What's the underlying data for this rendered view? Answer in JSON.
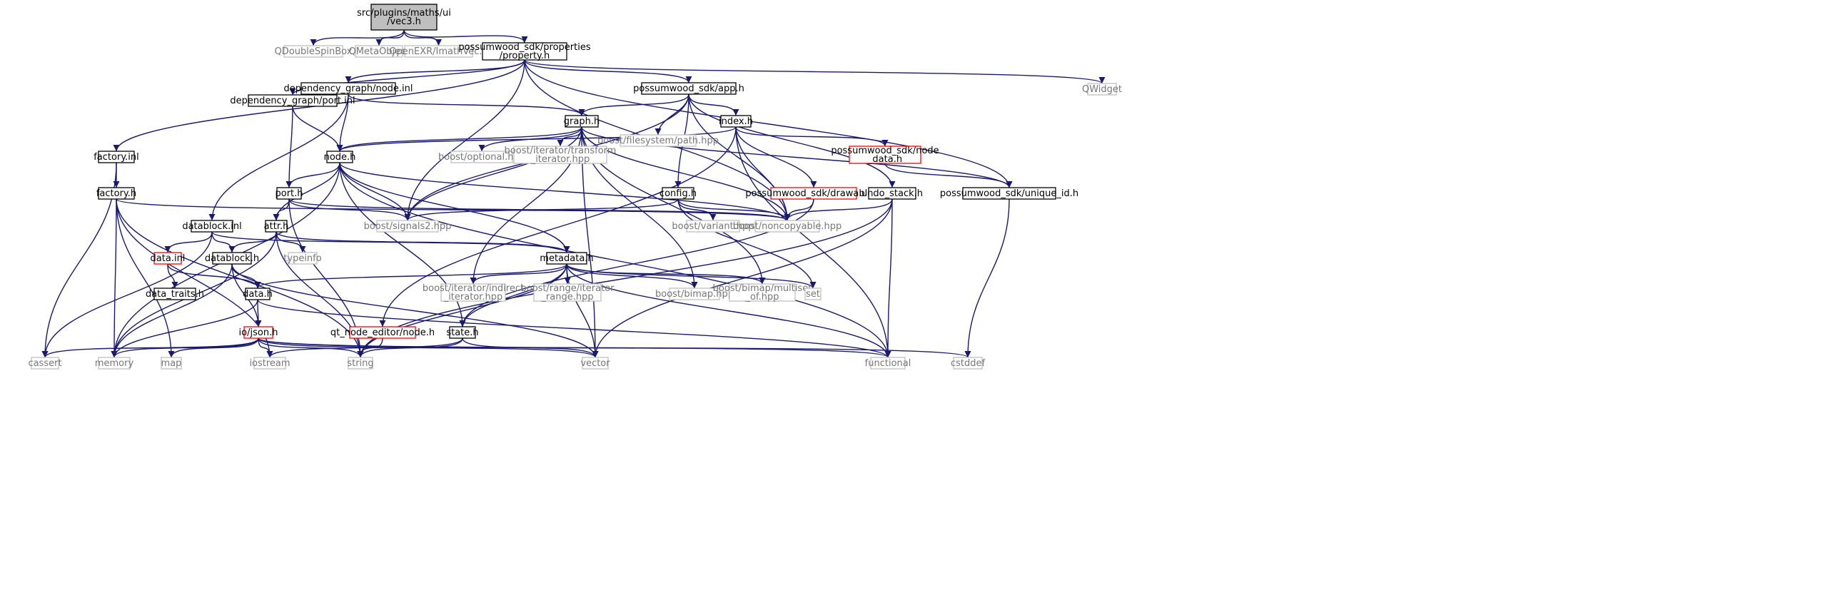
{
  "colors": {
    "edge": "#191970",
    "root_fill": "#bfbfbf",
    "node_border": "#000000",
    "missing_border": "#bfbfbf",
    "missing_text": "#777777",
    "truncated_border": "#ff0000"
  },
  "nodes": [
    {
      "id": "root",
      "lines": [
        "src/plugins/maths/ui",
        "/vec3.h"
      ],
      "kind": "root"
    },
    {
      "id": "qdoublespinbox",
      "lines": [
        "QDoubleSpinBox"
      ],
      "kind": "missing"
    },
    {
      "id": "qmetaobject",
      "lines": [
        "QMetaObject"
      ],
      "kind": "missing"
    },
    {
      "id": "imathvec",
      "lines": [
        "OpenEXR/ImathVec.h"
      ],
      "kind": "missing"
    },
    {
      "id": "property",
      "lines": [
        "possumwood_sdk/properties",
        "/property.h"
      ],
      "kind": "normal"
    },
    {
      "id": "qwidget",
      "lines": [
        "QWidget"
      ],
      "kind": "missing"
    },
    {
      "id": "node_inl",
      "lines": [
        "dependency_graph/node.inl"
      ],
      "kind": "normal"
    },
    {
      "id": "app",
      "lines": [
        "possumwood_sdk/app.h"
      ],
      "kind": "normal"
    },
    {
      "id": "port_inl",
      "lines": [
        "dependency_graph/port.inl"
      ],
      "kind": "normal"
    },
    {
      "id": "graph",
      "lines": [
        "graph.h"
      ],
      "kind": "normal"
    },
    {
      "id": "filesystem",
      "lines": [
        "boost/filesystem/path.hpp"
      ],
      "kind": "missing"
    },
    {
      "id": "index",
      "lines": [
        "index.h"
      ],
      "kind": "normal"
    },
    {
      "id": "factory_inl",
      "lines": [
        "factory.inl"
      ],
      "kind": "normal"
    },
    {
      "id": "node_h",
      "lines": [
        "node.h"
      ],
      "kind": "normal"
    },
    {
      "id": "optional",
      "lines": [
        "boost/optional.hpp"
      ],
      "kind": "missing"
    },
    {
      "id": "transform_it",
      "lines": [
        "boost/iterator/transform",
        "_iterator.hpp"
      ],
      "kind": "missing"
    },
    {
      "id": "node_data",
      "lines": [
        "possumwood_sdk/node",
        "_data.h"
      ],
      "kind": "truncated"
    },
    {
      "id": "factory_h",
      "lines": [
        "factory.h"
      ],
      "kind": "normal"
    },
    {
      "id": "port_h",
      "lines": [
        "port.h"
      ],
      "kind": "normal"
    },
    {
      "id": "config",
      "lines": [
        "config.h"
      ],
      "kind": "normal"
    },
    {
      "id": "drawable",
      "lines": [
        "possumwood_sdk/drawable.h"
      ],
      "kind": "truncated"
    },
    {
      "id": "undo",
      "lines": [
        "undo_stack.h"
      ],
      "kind": "normal"
    },
    {
      "id": "unique_id",
      "lines": [
        "possumwood_sdk/unique_id.h"
      ],
      "kind": "normal"
    },
    {
      "id": "datablock_inl",
      "lines": [
        "datablock.inl"
      ],
      "kind": "normal"
    },
    {
      "id": "attr",
      "lines": [
        "attr.h"
      ],
      "kind": "normal"
    },
    {
      "id": "signals2",
      "lines": [
        "boost/signals2.hpp"
      ],
      "kind": "missing"
    },
    {
      "id": "variant",
      "lines": [
        "boost/variant.hpp"
      ],
      "kind": "missing"
    },
    {
      "id": "noncopyable",
      "lines": [
        "boost/noncopyable.hpp"
      ],
      "kind": "missing"
    },
    {
      "id": "typeinfo",
      "lines": [
        "typeinfo"
      ],
      "kind": "missing"
    },
    {
      "id": "data_inl",
      "lines": [
        "data.inl"
      ],
      "kind": "truncated"
    },
    {
      "id": "datablock_h",
      "lines": [
        "datablock.h"
      ],
      "kind": "normal"
    },
    {
      "id": "metadata",
      "lines": [
        "metadata.h"
      ],
      "kind": "normal"
    },
    {
      "id": "data_traits",
      "lines": [
        "data_traits.h"
      ],
      "kind": "normal"
    },
    {
      "id": "data_h",
      "lines": [
        "data.h"
      ],
      "kind": "normal"
    },
    {
      "id": "indirect_it",
      "lines": [
        "boost/iterator/indirect",
        "_iterator.hpp"
      ],
      "kind": "missing"
    },
    {
      "id": "range_it",
      "lines": [
        "boost/range/iterator",
        "_range.hpp"
      ],
      "kind": "missing"
    },
    {
      "id": "bimap",
      "lines": [
        "boost/bimap.hpp"
      ],
      "kind": "missing"
    },
    {
      "id": "multiset",
      "lines": [
        "boost/bimap/multiset",
        "_of.hpp"
      ],
      "kind": "missing"
    },
    {
      "id": "set",
      "lines": [
        "set"
      ],
      "kind": "missing"
    },
    {
      "id": "json",
      "lines": [
        "io/json.h"
      ],
      "kind": "truncated"
    },
    {
      "id": "qt_node",
      "lines": [
        "qt_node_editor/node.h"
      ],
      "kind": "truncated"
    },
    {
      "id": "state",
      "lines": [
        "state.h"
      ],
      "kind": "normal"
    },
    {
      "id": "cassert",
      "lines": [
        "cassert"
      ],
      "kind": "missing"
    },
    {
      "id": "memory",
      "lines": [
        "memory"
      ],
      "kind": "missing"
    },
    {
      "id": "map",
      "lines": [
        "map"
      ],
      "kind": "missing"
    },
    {
      "id": "iostream",
      "lines": [
        "iostream"
      ],
      "kind": "missing"
    },
    {
      "id": "string",
      "lines": [
        "string"
      ],
      "kind": "missing"
    },
    {
      "id": "vector",
      "lines": [
        "vector"
      ],
      "kind": "missing"
    },
    {
      "id": "functional",
      "lines": [
        "functional"
      ],
      "kind": "missing"
    },
    {
      "id": "cstddef",
      "lines": [
        "cstddef"
      ],
      "kind": "missing"
    }
  ],
  "edges": [
    [
      "root",
      "qdoublespinbox"
    ],
    [
      "root",
      "qmetaobject"
    ],
    [
      "root",
      "imathvec"
    ],
    [
      "root",
      "property"
    ],
    [
      "property",
      "qwidget"
    ],
    [
      "property",
      "node_inl"
    ],
    [
      "property",
      "app"
    ],
    [
      "property",
      "port_inl"
    ],
    [
      "property",
      "factory_inl"
    ],
    [
      "property",
      "signals2"
    ],
    [
      "property",
      "noncopyable"
    ],
    [
      "property",
      "unique_id"
    ],
    [
      "node_inl",
      "graph"
    ],
    [
      "node_inl",
      "node_h"
    ],
    [
      "node_inl",
      "datablock_inl"
    ],
    [
      "app",
      "graph"
    ],
    [
      "app",
      "filesystem"
    ],
    [
      "app",
      "index"
    ],
    [
      "app",
      "config"
    ],
    [
      "app",
      "undo"
    ],
    [
      "app",
      "signals2"
    ],
    [
      "app",
      "noncopyable"
    ],
    [
      "port_inl",
      "node_h"
    ],
    [
      "port_inl",
      "port_h"
    ],
    [
      "graph",
      "node_h"
    ],
    [
      "graph",
      "optional"
    ],
    [
      "graph",
      "transform_it"
    ],
    [
      "graph",
      "signals2"
    ],
    [
      "graph",
      "indirect_it"
    ],
    [
      "graph",
      "bimap"
    ],
    [
      "graph",
      "multiset"
    ],
    [
      "graph",
      "unique_id"
    ],
    [
      "graph",
      "noncopyable"
    ],
    [
      "graph",
      "vector"
    ],
    [
      "index",
      "node_h"
    ],
    [
      "index",
      "node_data"
    ],
    [
      "index",
      "drawable"
    ],
    [
      "index",
      "noncopyable"
    ],
    [
      "index",
      "qt_node"
    ],
    [
      "index",
      "functional"
    ],
    [
      "factory_inl",
      "factory_h"
    ],
    [
      "factory_inl",
      "cassert"
    ],
    [
      "node_h",
      "port_h"
    ],
    [
      "node_h",
      "attr"
    ],
    [
      "node_h",
      "signals2"
    ],
    [
      "node_h",
      "metadata"
    ],
    [
      "node_h",
      "state"
    ],
    [
      "node_h",
      "noncopyable"
    ],
    [
      "node_h",
      "memory"
    ],
    [
      "node_h",
      "functional"
    ],
    [
      "node_data",
      "unique_id"
    ],
    [
      "factory_h",
      "noncopyable"
    ],
    [
      "factory_h",
      "memory"
    ],
    [
      "factory_h",
      "map"
    ],
    [
      "factory_h",
      "iostream"
    ],
    [
      "factory_h",
      "string"
    ],
    [
      "port_h",
      "attr"
    ],
    [
      "port_h",
      "signals2"
    ],
    [
      "port_h",
      "noncopyable"
    ],
    [
      "port_h",
      "string"
    ],
    [
      "config",
      "signals2"
    ],
    [
      "config",
      "variant"
    ],
    [
      "config",
      "noncopyable"
    ],
    [
      "config",
      "set"
    ],
    [
      "drawable",
      "noncopyable"
    ],
    [
      "drawable",
      "state"
    ],
    [
      "undo",
      "noncopyable"
    ],
    [
      "undo",
      "functional"
    ],
    [
      "undo",
      "vector"
    ],
    [
      "undo",
      "string"
    ],
    [
      "unique_id",
      "cstddef"
    ],
    [
      "datablock_inl",
      "datablock_h"
    ],
    [
      "datablock_inl",
      "data_inl"
    ],
    [
      "datablock_inl",
      "metadata"
    ],
    [
      "datablock_inl",
      "cassert"
    ],
    [
      "attr",
      "typeinfo"
    ],
    [
      "attr",
      "datablock_h"
    ],
    [
      "attr",
      "metadata"
    ],
    [
      "attr",
      "string"
    ],
    [
      "attr",
      "memory"
    ],
    [
      "data_inl",
      "data_traits"
    ],
    [
      "data_inl",
      "data_h"
    ],
    [
      "datablock_h",
      "data_h"
    ],
    [
      "datablock_h",
      "json"
    ],
    [
      "datablock_h",
      "memory"
    ],
    [
      "datablock_h",
      "vector"
    ],
    [
      "metadata",
      "data_h"
    ],
    [
      "metadata",
      "indirect_it"
    ],
    [
      "metadata",
      "range_it"
    ],
    [
      "metadata",
      "bimap"
    ],
    [
      "metadata",
      "multiset"
    ],
    [
      "metadata",
      "set"
    ],
    [
      "metadata",
      "state"
    ],
    [
      "metadata",
      "string"
    ],
    [
      "metadata",
      "vector"
    ],
    [
      "metadata",
      "functional"
    ],
    [
      "data_h",
      "json"
    ],
    [
      "data_h",
      "memory"
    ],
    [
      "data_h",
      "functional"
    ],
    [
      "json",
      "cassert"
    ],
    [
      "json",
      "memory"
    ],
    [
      "json",
      "map"
    ],
    [
      "json",
      "iostream"
    ],
    [
      "json",
      "string"
    ],
    [
      "json",
      "vector"
    ],
    [
      "json",
      "functional"
    ],
    [
      "json",
      "cstddef"
    ],
    [
      "qt_node",
      "string"
    ],
    [
      "state",
      "iostream"
    ],
    [
      "state",
      "string"
    ],
    [
      "state",
      "vector"
    ]
  ]
}
